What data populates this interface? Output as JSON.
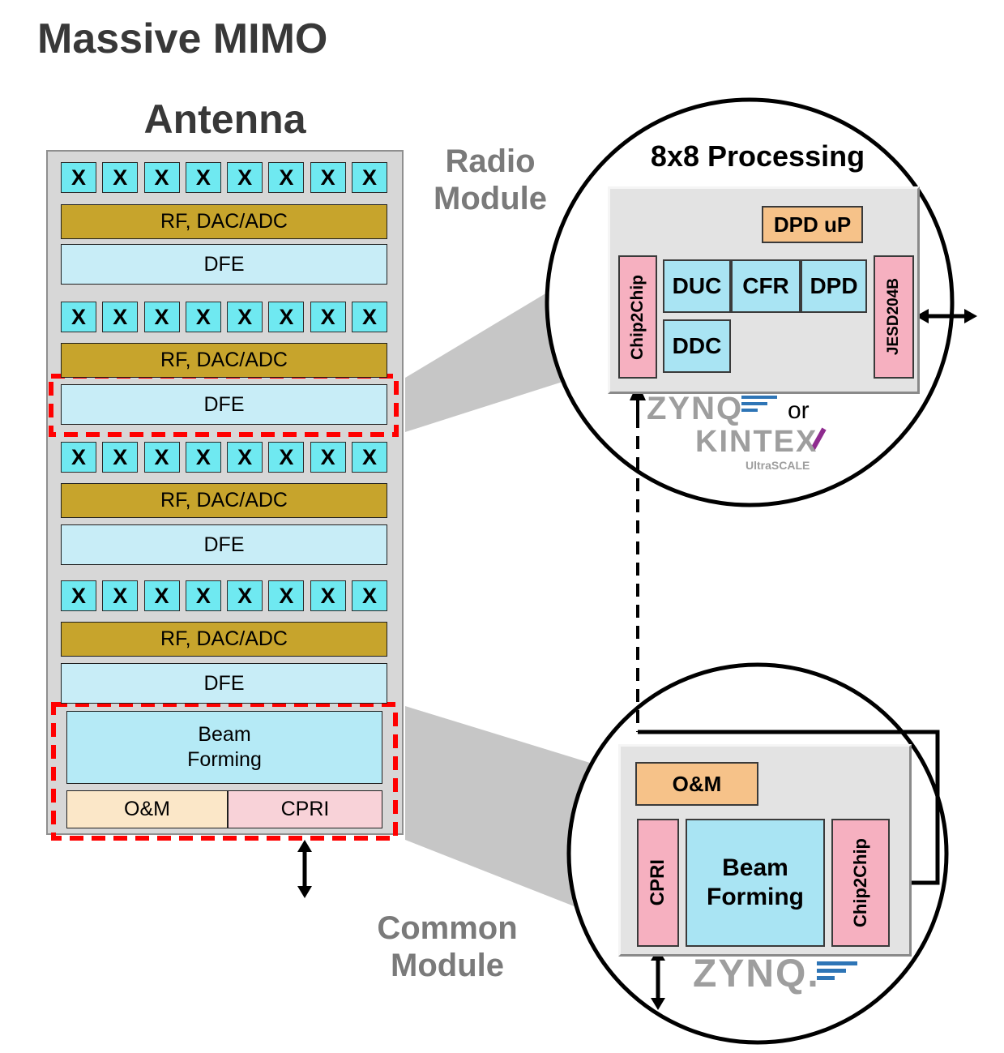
{
  "title": "Massive MIMO",
  "labels": {
    "antenna": "Antenna",
    "radio_module_line1": "Radio",
    "radio_module_line2": "Module",
    "common_module_line1": "Common",
    "common_module_line2": "Module"
  },
  "antenna_panel": {
    "x_symbol": "X",
    "elements_per_row": 8,
    "groups": [
      {
        "rf_label": "RF, DAC/ADC",
        "dfe_label": "DFE"
      },
      {
        "rf_label": "RF, DAC/ADC",
        "dfe_label": "DFE"
      },
      {
        "rf_label": "RF, DAC/ADC",
        "dfe_label": "DFE"
      },
      {
        "rf_label": "RF, DAC/ADC",
        "dfe_label": "DFE"
      }
    ],
    "beam_forming_line1": "Beam",
    "beam_forming_line2": "Forming",
    "om_label": "O&M",
    "cpri_label": "CPRI"
  },
  "processing_circle": {
    "title": "8x8 Processing",
    "dpd_up_label": "DPD uP",
    "chip2chip_label": "Chip2Chip",
    "duc_label": "DUC",
    "cfr_label": "CFR",
    "dpd_label": "DPD",
    "ddc_label": "DDC",
    "jesd_label": "JESD204B",
    "zynq_label": "ZYNQ",
    "or_label": "or",
    "kintex_label": "KINTEX",
    "ultrascale_label": "UltraSCALE"
  },
  "common_circle": {
    "om_label": "O&M",
    "cpri_label": "CPRI",
    "beam_forming_line1": "Beam",
    "beam_forming_line2": "Forming",
    "chip2chip_label": "Chip2Chip",
    "zynq_label": "ZYNQ."
  },
  "colors": {
    "antenna_element": "#6fe9f1",
    "rf_bar": "#c7a42c",
    "dfe_bar": "#c8edf7",
    "beam_forming": "#b5eaf6",
    "om_left": "#fbe7c8",
    "cpri_left": "#f8d2d8",
    "orange_block": "#f6c289",
    "pink_block": "#f6b0c0",
    "cyan_block": "#a9e4f3",
    "highlight_red": "#ff0000",
    "logo_gray": "#9e9e9e",
    "logo_blue": "#2e75b6",
    "logo_purple": "#8f2b8f"
  }
}
